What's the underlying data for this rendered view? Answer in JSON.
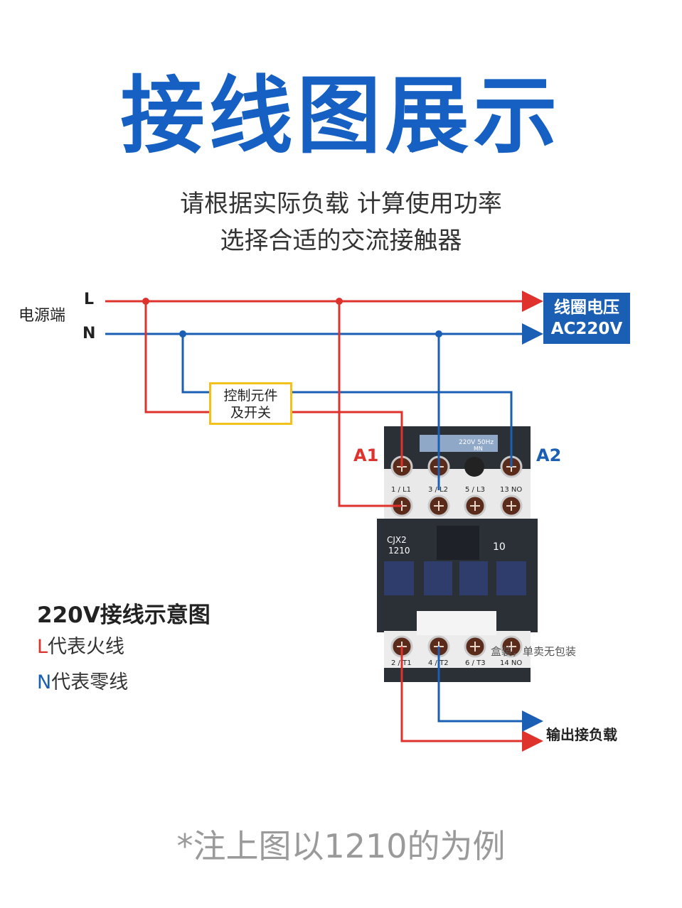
{
  "title": "接线图展示",
  "subtitle_line1": "请根据实际负载 计算使用功率",
  "subtitle_line2": "选择合适的交流接触器",
  "power_end_label": "电源端",
  "line_L": "L",
  "line_N": "N",
  "coil_voltage_line1": "线圈电压",
  "coil_voltage_line2": "AC220V",
  "control_line1": "控制元件",
  "control_line2": "及开关",
  "a1": "A1",
  "a2": "A2",
  "top_terminals": [
    "1 / L1",
    "3 / L2",
    "5 / L3",
    "13 NO"
  ],
  "bottom_terminals": [
    "2 / T1",
    "4 / T2",
    "6 / T3",
    "14 NO"
  ],
  "model_line1": "CJX2",
  "model_line2": "1210",
  "contact_number": "10",
  "plate_text_1": "220V 50Hz",
  "plate_text_2": "MN",
  "side_note": "盒装，单卖无包装",
  "output_label": "输出接负载",
  "legend": {
    "title": "220V接线示意图",
    "l_letter": "L",
    "l_text": "代表火线",
    "n_letter": "N",
    "n_text": "代表零线"
  },
  "footnote": "*注上图以1210的为例",
  "colors": {
    "title_blue": "#1560c2",
    "live_red": "#e0322c",
    "neutral_blue": "#1a5fb4",
    "control_border": "#f2c21a"
  }
}
